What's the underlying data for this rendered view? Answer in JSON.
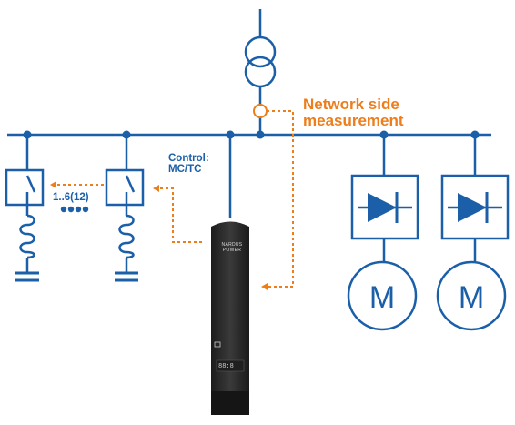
{
  "labels": {
    "network_side": [
      "Network side",
      "measurement"
    ],
    "control": [
      "Control:",
      "MC/TC"
    ],
    "count": "1..6(12)",
    "motor_1": "M",
    "motor_2": "M"
  },
  "device": {
    "brand": "NARDUS POWER",
    "display": "88:8"
  },
  "colors": {
    "line": "#1a5fa8",
    "accent": "#ee7d1b",
    "device_body": "#2b2b2b"
  }
}
